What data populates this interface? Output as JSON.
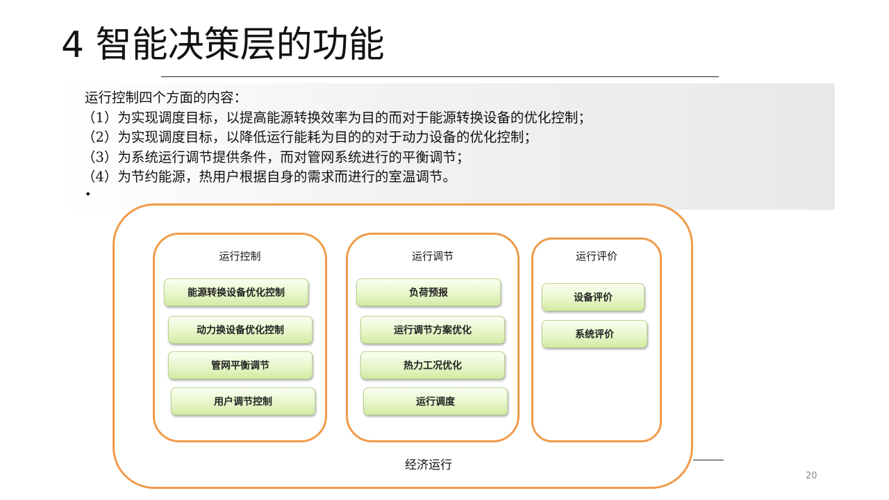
{
  "slide": {
    "title": "4 智能决策层的功能",
    "page_number": "20"
  },
  "content": {
    "intro": "运行控制四个方面的内容：",
    "items": [
      "（1）为实现调度目标，以提高能源转换效率为目的而对于能源转换设备的优化控制；",
      "（2）为实现调度目标，以降低运行能耗为目的的对于动力设备的优化控制；",
      "（3）为系统运行调节提供条件，而对管网系统进行的平衡调节；",
      "（4）为节约能源，热用户根据自身的需求而进行的室温调节。"
    ],
    "bullet": "•"
  },
  "diagram": {
    "outer_label": "经济运行",
    "groups": [
      {
        "title": "运行控制",
        "items": [
          "能源转换设备优化控制",
          "动力换设备优化控制",
          "管网平衡调节",
          "用户调节控制"
        ]
      },
      {
        "title": "运行调节",
        "items": [
          "负荷预报",
          "运行调节方案优化",
          "热力工况优化",
          "运行调度"
        ]
      },
      {
        "title": "运行评价",
        "items": [
          "设备评价",
          "系统评价"
        ]
      }
    ],
    "colors": {
      "border": "#f09a4a",
      "button": "#e6f5c7"
    }
  }
}
